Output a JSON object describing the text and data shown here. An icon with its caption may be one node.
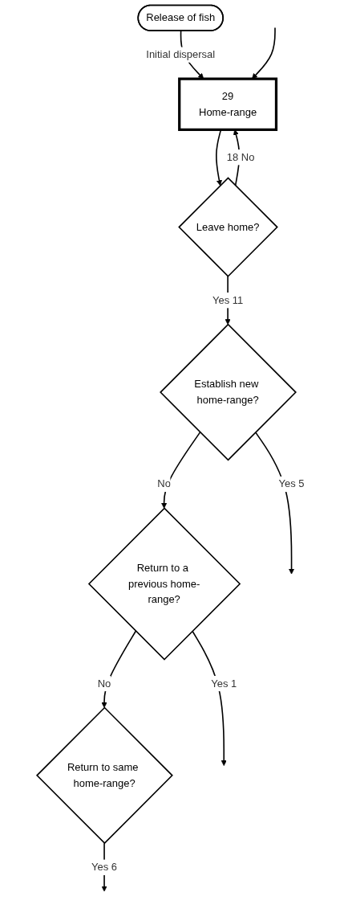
{
  "diagram": {
    "nodes": [
      {
        "text": [
          "Release of fish"
        ]
      },
      {
        "text": [
          "29",
          "Home-range"
        ]
      },
      {
        "text": [
          "Leave home?"
        ]
      },
      {
        "text": [
          "Establish new home-range?"
        ]
      },
      {
        "text": [
          "Return to a previous home-range?"
        ]
      },
      {
        "text": [
          "Return to same home-range?"
        ]
      }
    ],
    "edges": [
      {
        "from": 0,
        "to": 1,
        "arrow": "to",
        "label": "Initial dispersal"
      },
      {
        "from": null,
        "to": 1,
        "arrow": "to"
      },
      {
        "from": 1,
        "to": 2,
        "arrow": "to"
      },
      {
        "from": 2,
        "to": 1,
        "arrow": "to",
        "label": "18 No"
      },
      {
        "from": 2,
        "to": 3,
        "arrow": "to",
        "label": "Yes 11"
      },
      {
        "from": 3,
        "to": null,
        "arrow": "to",
        "label": "Yes 5"
      },
      {
        "from": 3,
        "to": 4,
        "arrow": "to",
        "label": "No"
      },
      {
        "from": 4,
        "to": null,
        "arrow": "to",
        "label": "Yes 1"
      },
      {
        "from": 4,
        "to": 5,
        "arrow": "to",
        "label": "No"
      },
      {
        "from": 5,
        "to": null,
        "arrow": "to",
        "label": "Yes 6"
      }
    ]
  }
}
